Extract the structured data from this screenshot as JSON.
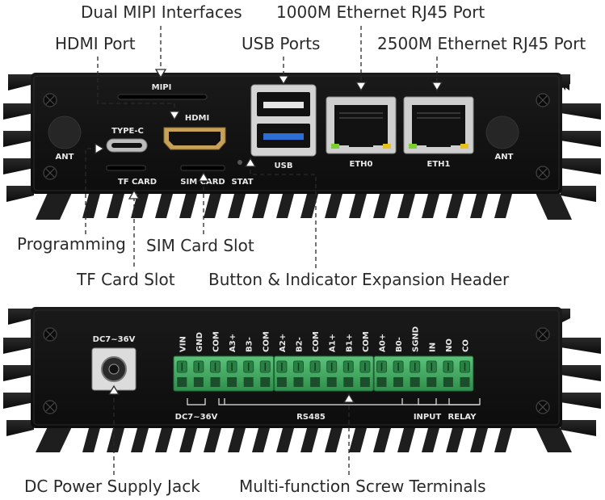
{
  "callouts": {
    "dual_mipi": "Dual MIPI Interfaces",
    "eth_1000m": "1000M Ethernet RJ45 Port",
    "hdmi_port": "HDMI Port",
    "usb_ports": "USB Ports",
    "eth_2500m": "2500M Ethernet RJ45 Port",
    "programming": "Programming",
    "sim_slot": "SIM Card Slot",
    "tf_slot": "TF Card Slot",
    "button_header": "Button & Indicator Expansion Header",
    "dc_jack": "DC Power Supply Jack",
    "screw_terminals": "Multi-function Screw Terminals"
  },
  "front_panel": {
    "mipi": "MIPI",
    "hdmi": "HDMI",
    "type_c": "TYPE-C",
    "tf_card": "TF CARD",
    "sim_card": "SIM CARD",
    "stat": "STAT",
    "usb": "USB",
    "eth0": "ETH0",
    "eth1": "ETH1",
    "ant_left": "ANT",
    "ant_right": "ANT"
  },
  "rear_panel": {
    "dc_label": "DC7~36V",
    "pins": [
      "VIN",
      "GND",
      "COM",
      "A3+",
      "B3-",
      "COM",
      "A2+",
      "B2-",
      "COM",
      "A1+",
      "B1+",
      "COM",
      "A0+",
      "B0-",
      "SGND",
      "IN",
      "NO",
      "CO"
    ],
    "groups": {
      "power": "DC7~36V",
      "rs485": "RS485",
      "input": "INPUT",
      "relay": "RELAY"
    }
  },
  "colors": {
    "chassis": "#141414",
    "fin": "#1c1c1c",
    "terminal_green": "#3fae5f",
    "usb3_blue": "#2b6fd6",
    "hdmi_gold": "#c7a15a",
    "led_green": "#7bd12b",
    "led_yellow": "#e6c21a"
  }
}
